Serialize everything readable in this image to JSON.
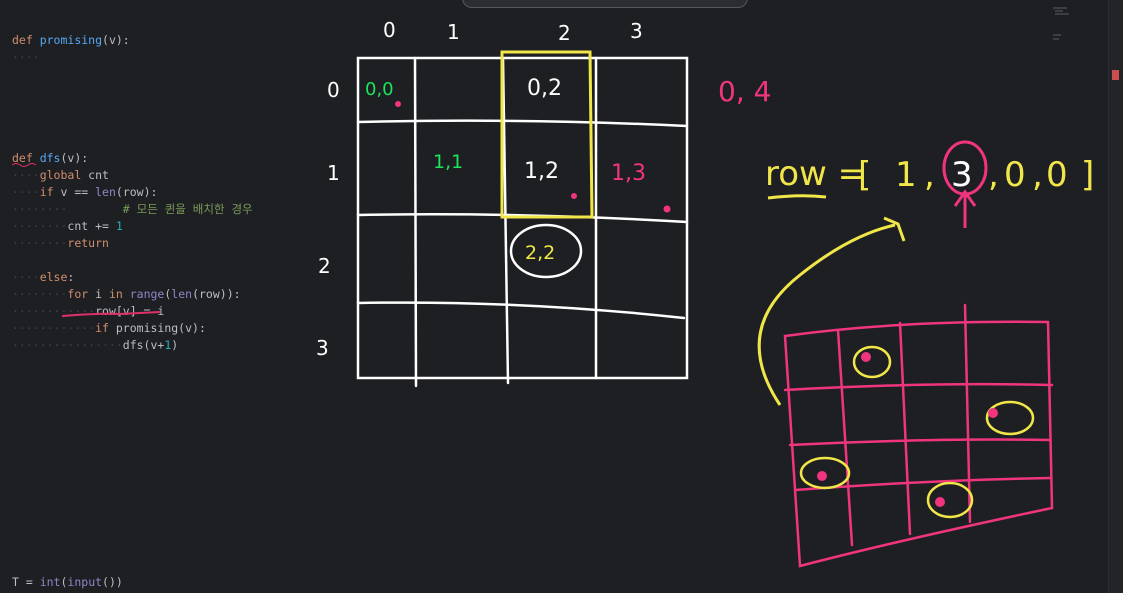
{
  "code": {
    "lines": [
      "def promising(v):",
      "def dfs(v):",
      "    global cnt",
      "    if v == len(row):",
      "        # 모든 퀸을 배치한 경우",
      "        cnt += 1",
      "        return",
      "    else:",
      "        for i in range(len(row)):",
      "            row[v] = i",
      "            if promising(v):",
      "                dfs(v+1)",
      "T = int(input())"
    ]
  },
  "board": {
    "col_labels": [
      "0",
      "1",
      "2",
      "3"
    ],
    "row_labels": [
      "0",
      "1",
      "2",
      "3"
    ],
    "cells": [
      "0,0",
      "0,2",
      "1,1",
      "1,2",
      "1,3",
      "2,2"
    ]
  },
  "notes": {
    "side_note": "0, 4",
    "row_prefix": "row =",
    "row_values": [
      "1",
      "3",
      "0",
      "0"
    ]
  },
  "colors": {
    "green": "#19e65a",
    "white": "#ffffff",
    "yellow": "#f1e649",
    "pink": "#f0357e",
    "editor_bg": "#1e1f22"
  }
}
